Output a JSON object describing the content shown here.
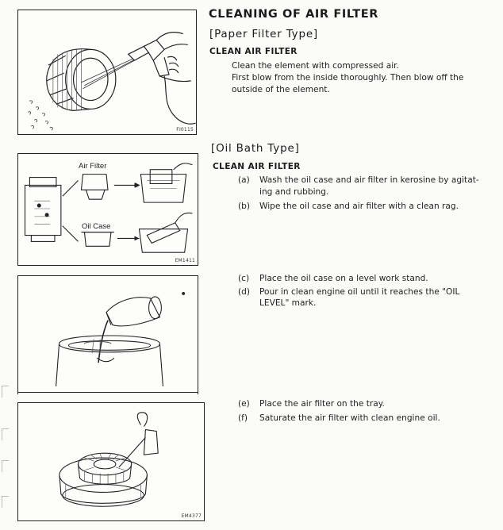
{
  "heading": "CLEANING OF AIR FILTER",
  "paper": {
    "subheading": "[Paper Filter Type]",
    "label": "CLEAN AIR FILTER",
    "line1": "Clean the element with compressed air.",
    "line2": "First blow from the inside thoroughly. Then blow off the",
    "line3": "outside of the element.",
    "figure_code": "FI0115"
  },
  "oil": {
    "subheading": "[Oil Bath Type]",
    "label": "CLEAN AIR FILTER",
    "figure2": {
      "label_air_filter": "Air Filter",
      "label_oil_case": "Oil Case",
      "code": "EM1411"
    },
    "figure4": {
      "code": "EM4377"
    },
    "steps": [
      {
        "marker": "(a)",
        "line1": "Wash the oil case and air filter in kerosine by agitat-",
        "line2": "ing and rubbing."
      },
      {
        "marker": "(b)",
        "line1": "Wipe the oil case and air filter with a clean rag.",
        "line2": ""
      },
      {
        "marker": "(c)",
        "line1": "Place the oil case on a level work stand.",
        "line2": ""
      },
      {
        "marker": "(d)",
        "line1": "Pour in clean engine oil until it reaches the \"OIL",
        "line2": "LEVEL\" mark."
      },
      {
        "marker": "(e)",
        "line1": "Place the air filter on the tray.",
        "line2": ""
      },
      {
        "marker": "(f)",
        "line1": "Saturate the air filter with clean engine oil.",
        "line2": ""
      }
    ]
  }
}
